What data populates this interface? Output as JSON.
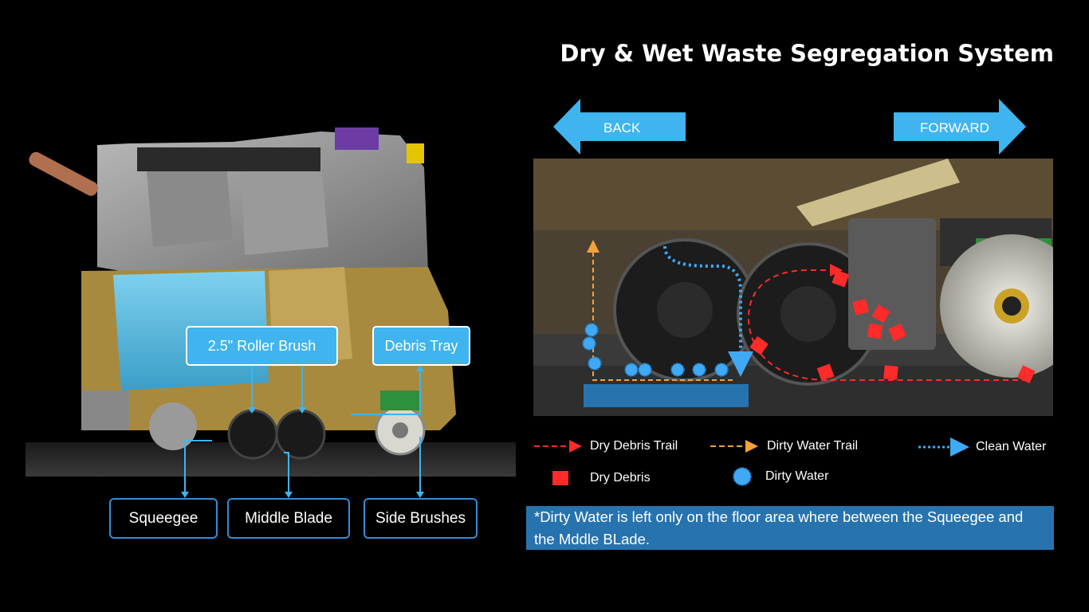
{
  "title": "Dry & Wet Waste Segregation System",
  "nav": {
    "back_label": "BACK",
    "forward_label": "FORWARD"
  },
  "left_diagram": {
    "callouts_top": [
      {
        "label": "2.5\" Roller Brush"
      },
      {
        "label": "Debris Tray"
      }
    ],
    "callouts_bottom": [
      {
        "label": "Squeegee"
      },
      {
        "label": "Middle Blade"
      },
      {
        "label": "Side Brushes"
      }
    ]
  },
  "legend": {
    "dry_debris_trail": "Dry Debris Trail",
    "dirty_water_trail": "Dirty Water Trail",
    "clean_water": "Clean Water",
    "dry_debris": "Dry Debris",
    "dirty_water": "Dirty Water"
  },
  "note": "*Dirty Water is left only on the floor area where between the Squeegee and the Mddle BLade.",
  "colors": {
    "accent_blue": "#3fb4ee",
    "note_bg": "#2673ae",
    "debris_red": "#ff2a2a",
    "dirty_water_orange": "#f5a23a",
    "clean_water_blue": "#3fa9f5"
  },
  "icons": {
    "back": "left-arrow-icon",
    "forward": "right-arrow-icon",
    "dry_debris": "red-square-icon",
    "dirty_water": "blue-spiky-blob-icon"
  }
}
